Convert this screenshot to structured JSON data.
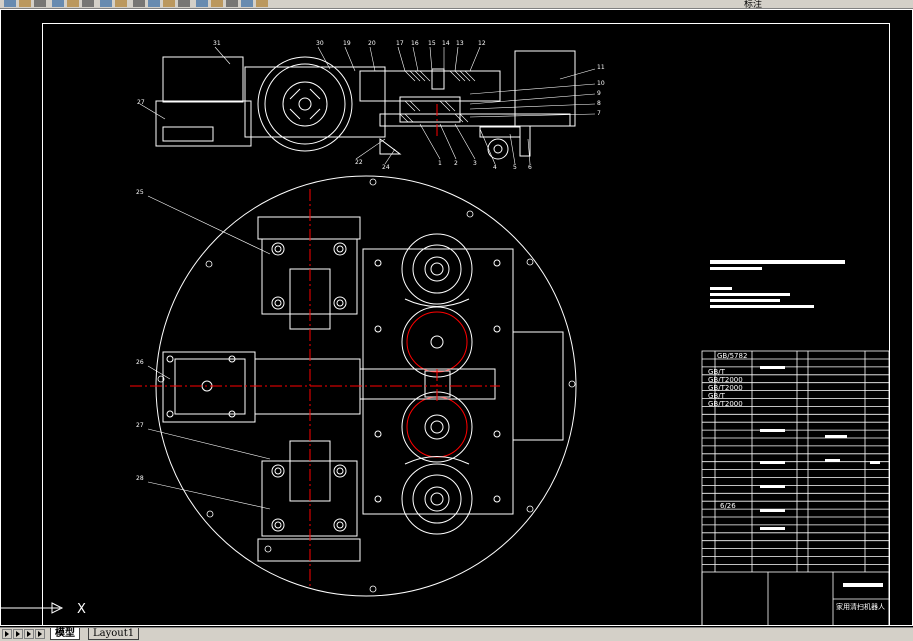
{
  "toolbar": {
    "icons": [
      "open-icon",
      "save-icon",
      "print-icon",
      "cut-icon",
      "copy-icon",
      "paste-icon",
      "undo-icon",
      "redo-icon",
      "pan-icon",
      "zoom-icon",
      "zoom-window-icon",
      "zoom-previous-icon",
      "properties-icon",
      "design-center-icon",
      "tool-palettes-icon",
      "calculator-icon",
      "layers-icon"
    ],
    "right_label": "标注"
  },
  "drawing": {
    "title_block": {
      "drawing_name": "家用清扫机器人",
      "parts_list": [
        {
          "code": "GB/5782"
        },
        {
          "code": "GB/T"
        },
        {
          "code": "GB/T2000"
        },
        {
          "code": "GB/T2000"
        },
        {
          "code": "GB/T"
        },
        {
          "code": "GB/T2000"
        }
      ],
      "extra_code": "6/26"
    },
    "top_view_labels": [
      "31",
      "30",
      "19",
      "20",
      "17",
      "16",
      "15",
      "14",
      "13",
      "12",
      "11",
      "10",
      "9",
      "8",
      "7",
      "27",
      "22",
      "24",
      "1",
      "2",
      "3",
      "4",
      "5",
      "6"
    ],
    "plan_labels": [
      "25",
      "26",
      "27",
      "28"
    ]
  },
  "ucs": {
    "x_label": "X"
  },
  "tabs": [
    {
      "label": "模型",
      "active": true
    },
    {
      "label": "Layout1",
      "active": false
    }
  ],
  "colors": {
    "background": "#000000",
    "lines": "#ffffff",
    "centerline": "#ff0000",
    "ui_gray": "#d4d0c8"
  }
}
